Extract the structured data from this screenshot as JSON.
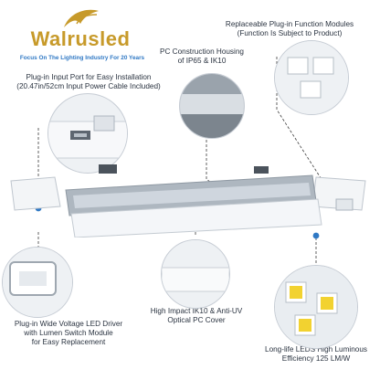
{
  "brand": {
    "logo_text": "Walrusled",
    "tagline": "Focus On The Lighting Industry For 20 Years",
    "accent_color": "#c79a2a",
    "tagline_color": "#2f78c4"
  },
  "callouts": {
    "modules": {
      "line1": "Replaceable Plug-in Function Modules",
      "line2": "(Function Is Subject to Product)"
    },
    "housing": {
      "line1": "PC Construction Housing",
      "line2": "of IP65 & IK10"
    },
    "input_port": {
      "line1": "Plug-in Input Port for Easy Installation",
      "line2": "(20.47in/52cm Input Power Cable Included)"
    },
    "cover": {
      "line1": "High Impact IK10 & Anti-UV",
      "line2": "Optical PC Cover"
    },
    "driver": {
      "line1": "Plug-in Wide Voltage LED Driver",
      "line2": "with Lumen Switch Module",
      "line3": "for Easy Replacement"
    },
    "leds": {
      "line1": "Long-life LEDS High Luminous",
      "line2": "Efficiency 125 LM/W"
    }
  },
  "fixture": {
    "marker_color": "#2f78c4",
    "diffuser_color": "#f4f6f9",
    "led_strip_color": "#cfd6de"
  }
}
